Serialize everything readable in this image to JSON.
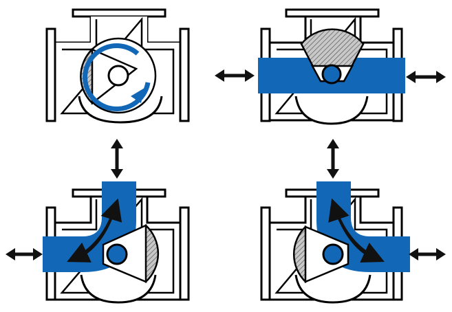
{
  "colors": {
    "flow": "#1268b7",
    "outline": "#000000",
    "body_fill": "#ffffff",
    "plug": "#bdbdbd",
    "arrow": "#111111"
  },
  "icons": {
    "bidirectional_arrow": "double-headed-arrow-icon",
    "rotation": "circular-rotation-arrow-icon"
  },
  "panels": [
    {
      "id": "rotation",
      "plug": "rotating",
      "flow": "none"
    },
    {
      "id": "straight-through",
      "plug": "open-top",
      "flow": "left-right"
    },
    {
      "id": "top-left",
      "plug": "blocks-right",
      "flow": "top-left"
    },
    {
      "id": "top-right",
      "plug": "blocks-left",
      "flow": "top-right"
    }
  ]
}
